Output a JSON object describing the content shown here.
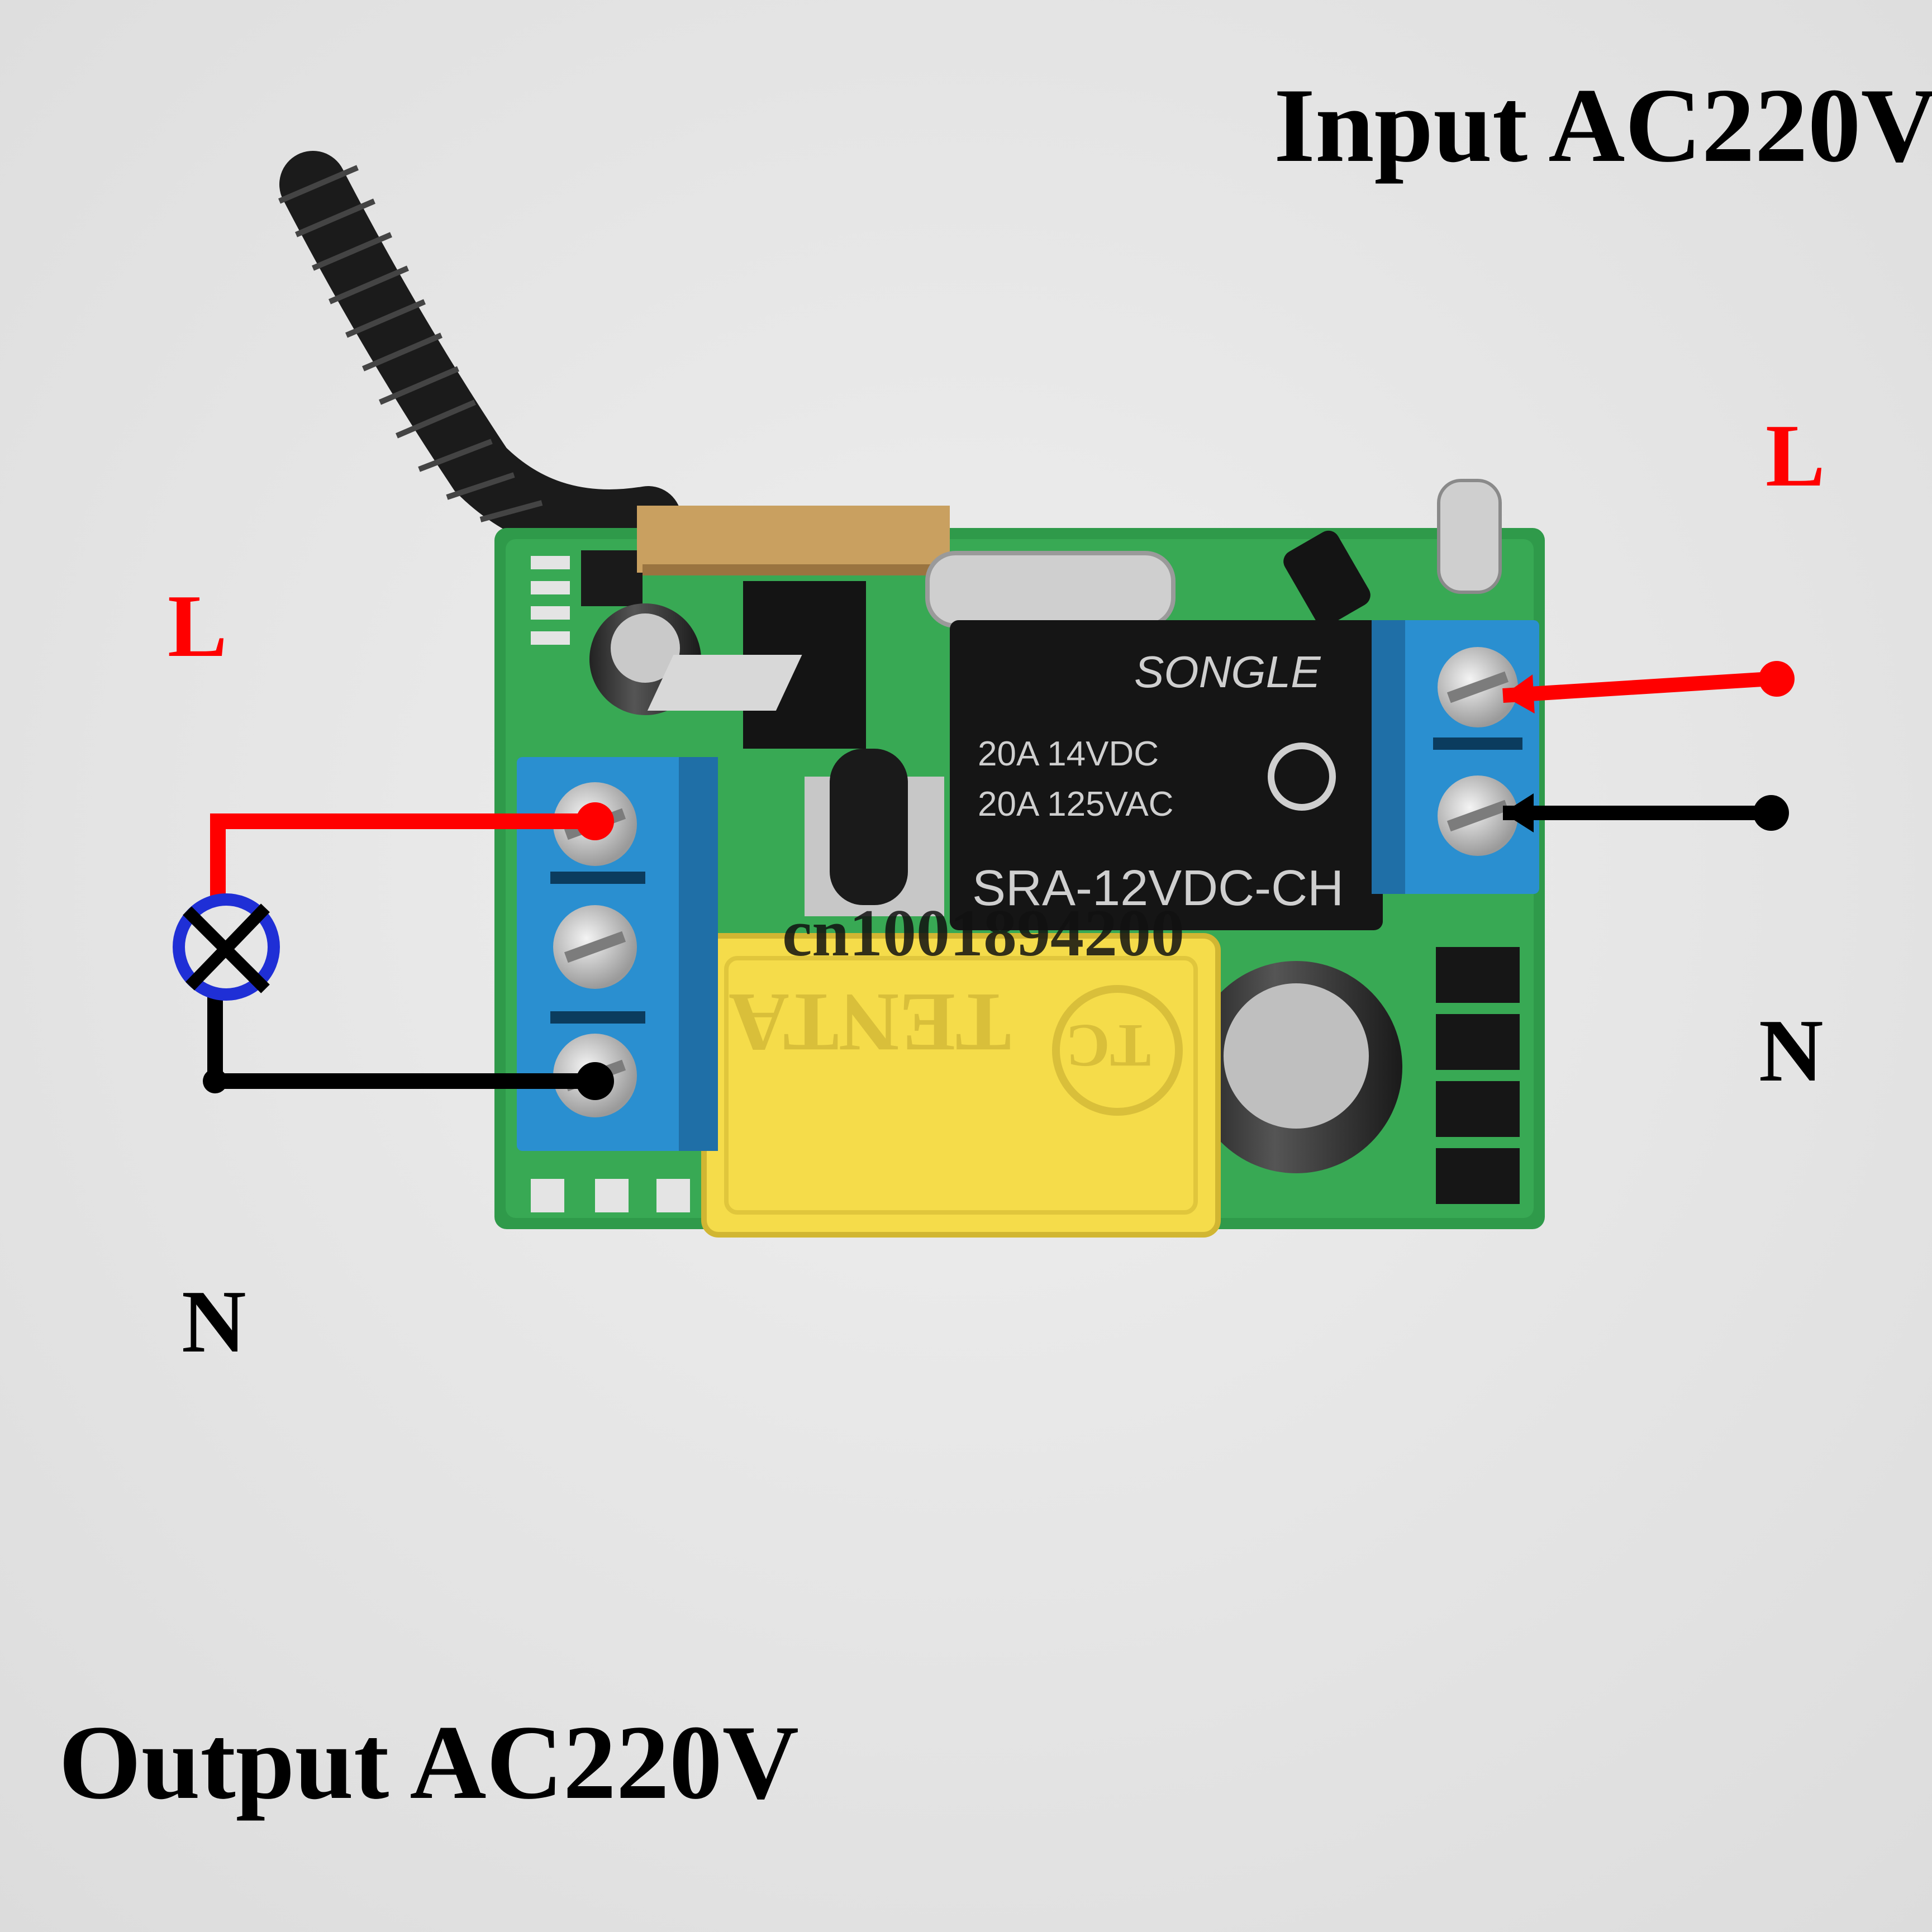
{
  "labels": {
    "input": "Input AC220V",
    "output": "Output AC220V",
    "input_l": "L",
    "input_n": "N",
    "output_l": "L",
    "output_n": "N"
  },
  "board": {
    "relay_brand": "SONGLE",
    "relay_rating_dc": "20A 14VDC",
    "relay_rating_ac": "20A 125VAC",
    "relay_model": "SRA-12VDC-CH",
    "capacitor_brand": "TENTA",
    "capacitor_mark": "TC",
    "watermark": "cn1001894200"
  },
  "colors": {
    "live_wire": "#ff0000",
    "neutral_wire": "#000000",
    "lamp_ring": "#1f2fd6",
    "pcb": "#2f9a4a",
    "terminal_block": "#2a8fd0",
    "relay_body": "#151515",
    "x_capacitor": "#f5dc4a"
  }
}
